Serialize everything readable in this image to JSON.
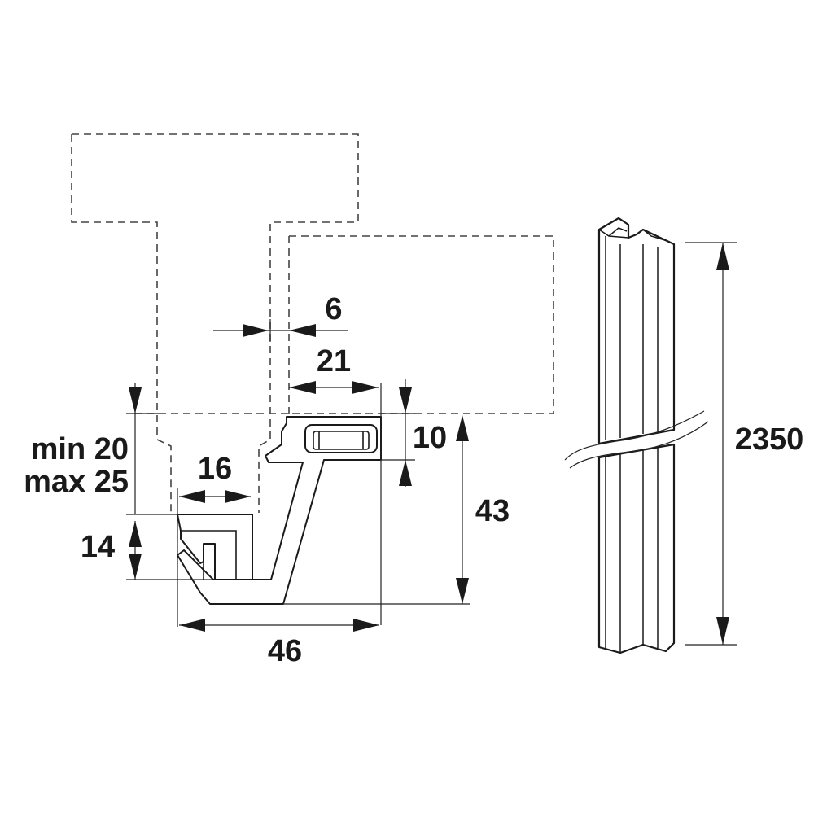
{
  "dimensions": {
    "gap": "6",
    "depth": "21",
    "height_top": "10",
    "height_total": "43",
    "door_min": "min 20",
    "door_max": "max 25",
    "groove": "16",
    "lip": "14",
    "width": "46",
    "length": "2350"
  }
}
